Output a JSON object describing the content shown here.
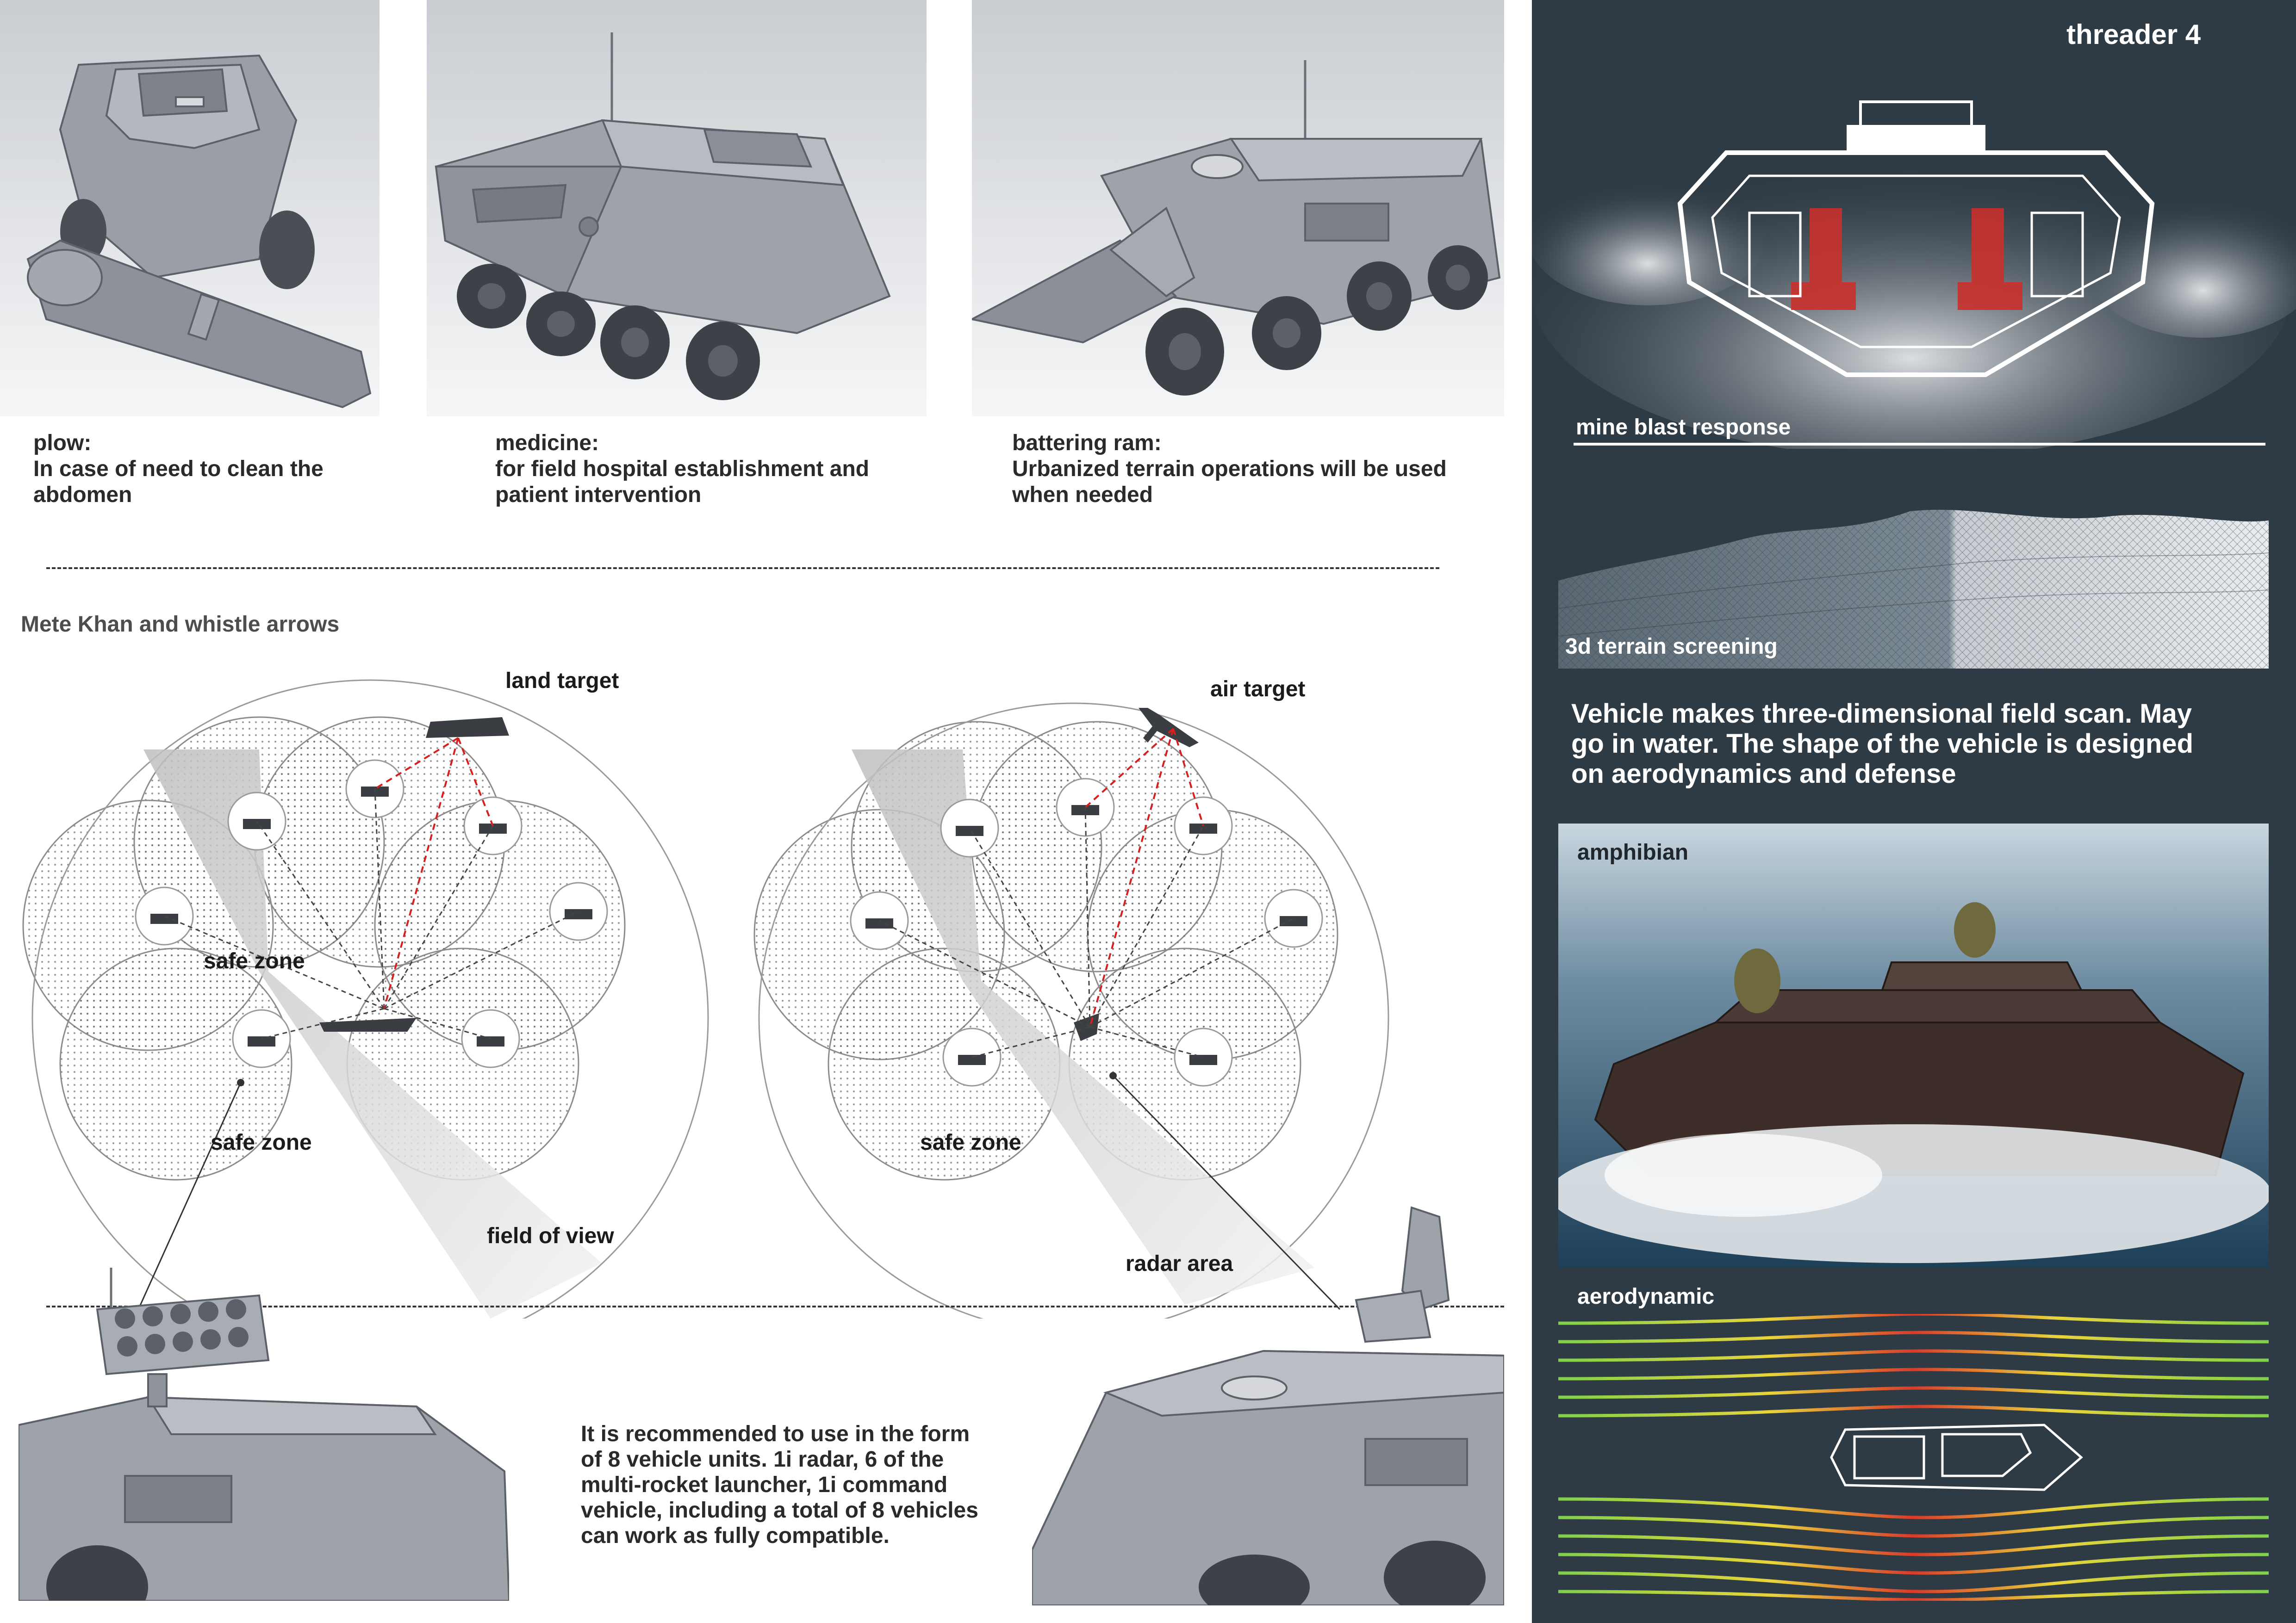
{
  "brand": {
    "title": "threader 4"
  },
  "modules": [
    {
      "title": "plow:",
      "line1": "In case of need to clean the",
      "line2": "abdomen"
    },
    {
      "title": "medicine:",
      "line1": "for field hospital establishment and",
      "line2": "patient intervention"
    },
    {
      "title": "battering ram:",
      "line1": "Urbanized terrain operations will be used",
      "line2": "when needed"
    }
  ],
  "section_title": "Mete Khan and whistle arrows",
  "diagram_left": {
    "target_label": "land target",
    "safe_zone_upper": "safe zone",
    "safe_zone_lower": "safe zone",
    "field_label": "field of view"
  },
  "diagram_right": {
    "target_label": "air target",
    "safe_zone": "safe zone",
    "radar_label": "radar area"
  },
  "recommendation": {
    "line1": "It is recommended to use in the form",
    "line2": "of 8 vehicle units. 1i radar, 6 of the",
    "line3": "multi-rocket launcher, 1i command",
    "line4": "vehicle, including a total of 8 vehicles",
    "line5": "can work as fully compatible."
  },
  "right_panel": {
    "mine_label": "mine blast response",
    "terrain_label": "3d terrain screening",
    "description_line1": "Vehicle makes three-dimensional field scan. May",
    "description_line2": "go in water. The shape of the vehicle is designed",
    "description_line3": "on aerodynamics and defense",
    "amphibian_label": "amphibian",
    "aero_label": "aerodynamic"
  },
  "colors": {
    "panel_bg": "#2e3a44",
    "seat_red": "#c9302c",
    "flow_red": "#d93a2b",
    "flow_yellow": "#e8d43c",
    "flow_green": "#7fd14a",
    "dash_red": "#d62020"
  }
}
